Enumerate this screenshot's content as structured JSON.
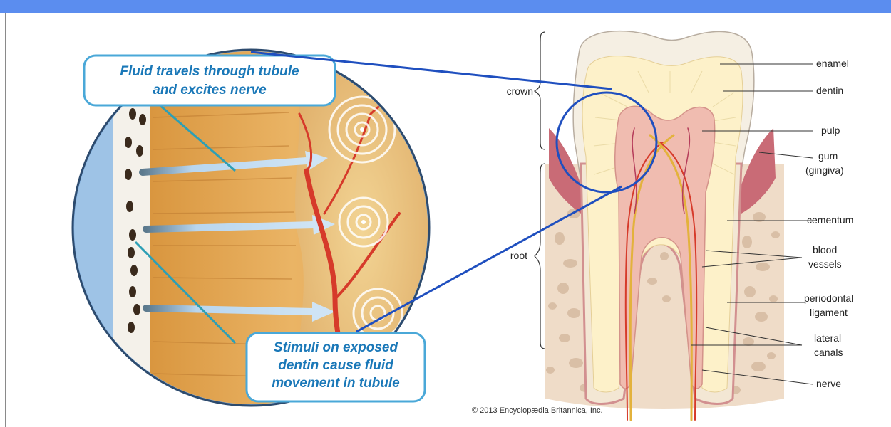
{
  "callouts": {
    "top": [
      "Fluid travels through tubule",
      "and excites nerve"
    ],
    "bottom": [
      "Stimuli on exposed",
      "dentin cause fluid",
      "movement in tubule"
    ]
  },
  "tooth_labels": {
    "crown": "crown",
    "root": "root",
    "enamel": "enamel",
    "dentin": "dentin",
    "pulp": "pulp",
    "gum": "gum",
    "gingiva": "(gingiva)",
    "cementum": "cementum",
    "blood": "blood",
    "vessels": "vessels",
    "periodontal": "periodontal",
    "ligament": "ligament",
    "lateral": "lateral",
    "canals": "canals",
    "nerve": "nerve"
  },
  "copyright": "© 2013 Encyclopædia Britannica, Inc.",
  "colors": {
    "header_bar": "#5b8def",
    "zoom_lines": "#1f4fbf",
    "callout_text": "#1a78b8",
    "callout_border": "#4aa8d8",
    "dentin": "#e9b15d",
    "tubule_arrow": "#b9d6ee",
    "nerve_rings": "#ffffff",
    "blood_vessel": "#d63a2a",
    "enamel": "#f5efe3",
    "gum": "#c96b76",
    "bone": "#eed9c4"
  }
}
